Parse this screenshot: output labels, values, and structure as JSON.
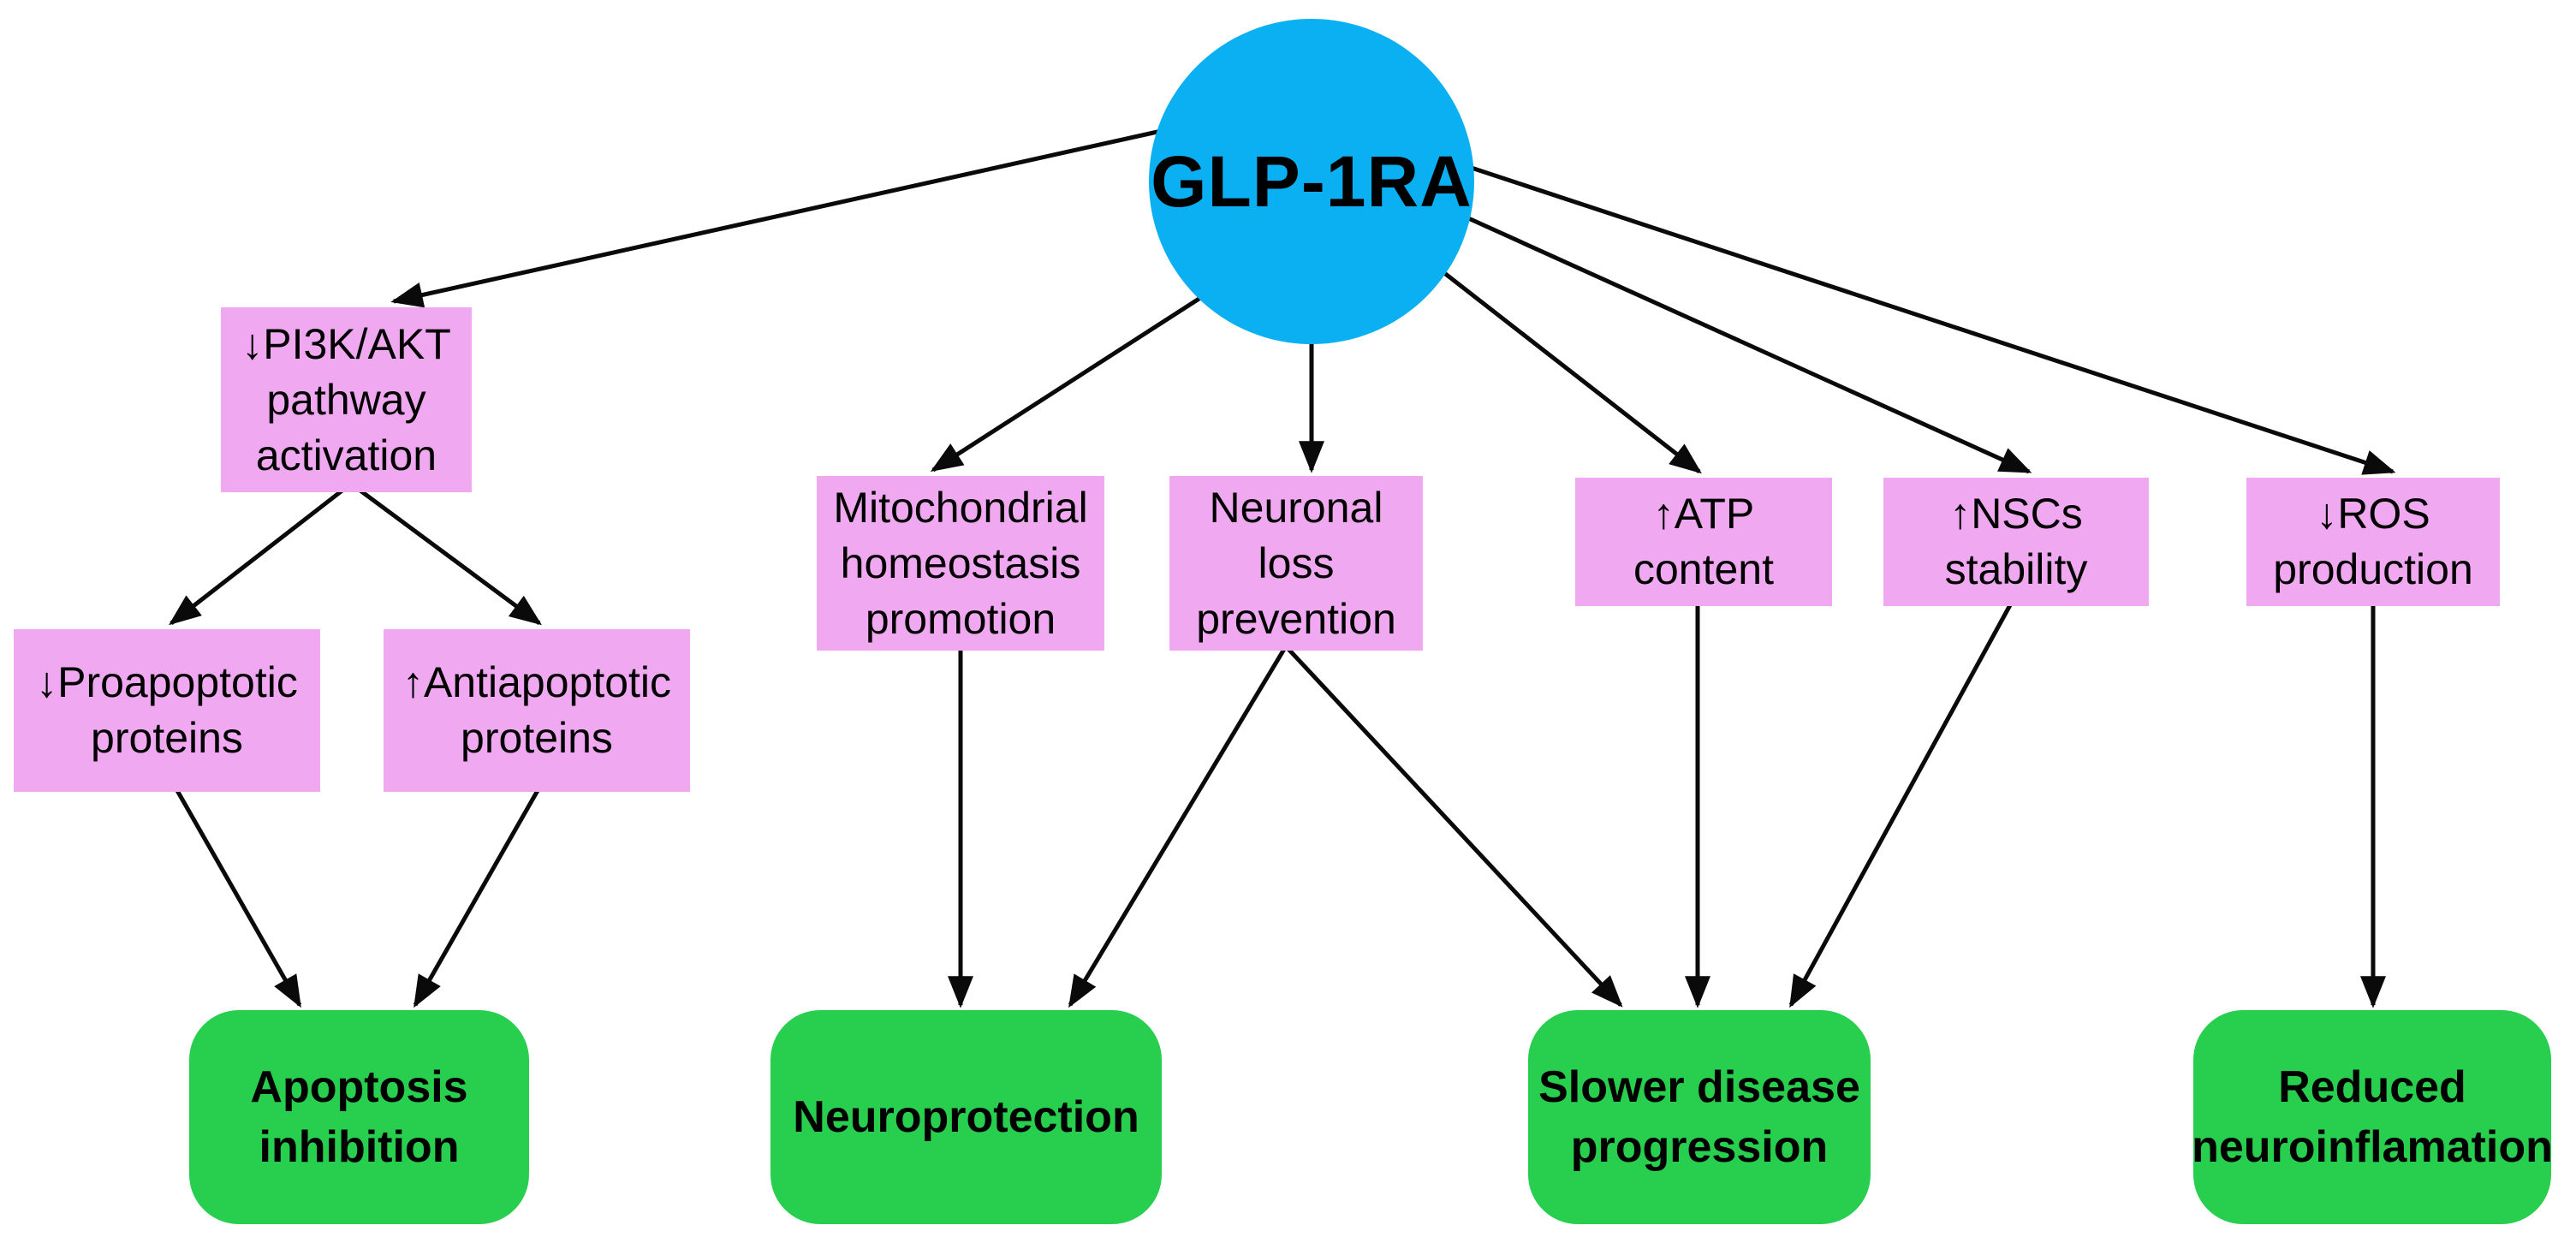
{
  "diagram": {
    "type": "flowchart",
    "colors": {
      "root_fill": "#0AB0F2",
      "intermediate_fill": "#F0A9F0",
      "outcome_fill": "#28CE4E",
      "arrow": "#0A0A0A",
      "text": "#000000",
      "background": "#FFFFFF"
    },
    "nodes": {
      "glp1ra": {
        "label": "GLP-1RA",
        "shape": "circle",
        "role": "root"
      },
      "pi3k": {
        "label": "↓PI3K/AKT\npathway\nactivation",
        "shape": "rect",
        "role": "intermediate"
      },
      "mitochondrial": {
        "label": "Mitochondrial\nhomeostasis\npromotion",
        "shape": "rect",
        "role": "intermediate"
      },
      "neuronal": {
        "label": "Neuronal\nloss\nprevention",
        "shape": "rect",
        "role": "intermediate"
      },
      "atp": {
        "label": "↑ATP\ncontent",
        "shape": "rect",
        "role": "intermediate"
      },
      "nscs": {
        "label": "↑NSCs\nstability",
        "shape": "rect",
        "role": "intermediate"
      },
      "ros": {
        "label": "↓ROS\nproduction",
        "shape": "rect",
        "role": "intermediate"
      },
      "proapoptotic": {
        "label": "↓Proapoptotic\nproteins",
        "shape": "rect",
        "role": "intermediate"
      },
      "antiapoptotic": {
        "label": "↑Antiapoptotic\nproteins",
        "shape": "rect",
        "role": "intermediate"
      },
      "apoptosis": {
        "label": "Apoptosis\ninhibition",
        "shape": "rounded-rect",
        "role": "outcome"
      },
      "neuroprotection": {
        "label": "Neuroprotection",
        "shape": "rounded-rect",
        "role": "outcome"
      },
      "slower": {
        "label": "Slower disease\nprogression",
        "shape": "rounded-rect",
        "role": "outcome"
      },
      "reduced": {
        "label": "Reduced\nneuroinflamation",
        "shape": "rounded-rect",
        "role": "outcome"
      }
    },
    "edges": [
      {
        "from": "glp1ra",
        "to": "pi3k"
      },
      {
        "from": "glp1ra",
        "to": "mitochondrial"
      },
      {
        "from": "glp1ra",
        "to": "neuronal"
      },
      {
        "from": "glp1ra",
        "to": "atp"
      },
      {
        "from": "glp1ra",
        "to": "nscs"
      },
      {
        "from": "glp1ra",
        "to": "ros"
      },
      {
        "from": "pi3k",
        "to": "proapoptotic"
      },
      {
        "from": "pi3k",
        "to": "antiapoptotic"
      },
      {
        "from": "proapoptotic",
        "to": "apoptosis"
      },
      {
        "from": "antiapoptotic",
        "to": "apoptosis"
      },
      {
        "from": "mitochondrial",
        "to": "neuroprotection"
      },
      {
        "from": "neuronal",
        "to": "neuroprotection"
      },
      {
        "from": "neuronal",
        "to": "slower"
      },
      {
        "from": "atp",
        "to": "slower"
      },
      {
        "from": "nscs",
        "to": "slower"
      },
      {
        "from": "ros",
        "to": "reduced"
      }
    ]
  }
}
